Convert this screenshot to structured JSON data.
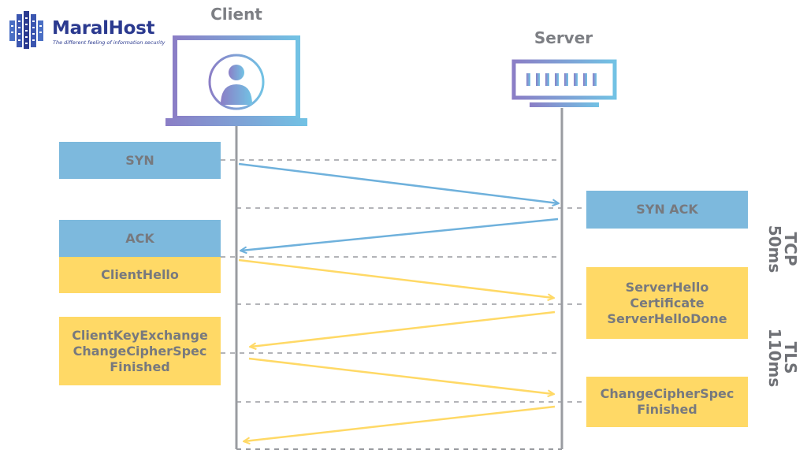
{
  "logo": {
    "name": "MaralHost",
    "tagline": "The different feeling of information security",
    "color": "#2b3a8f"
  },
  "actors": {
    "client": {
      "label": "Client",
      "icon": "laptop-user-icon"
    },
    "server": {
      "label": "Server",
      "icon": "server-icon"
    }
  },
  "messages": [
    {
      "id": "syn",
      "side": "client",
      "lines": [
        "SYN"
      ],
      "color": "blue"
    },
    {
      "id": "syn-ack",
      "side": "server",
      "lines": [
        "SYN ACK"
      ],
      "color": "blue"
    },
    {
      "id": "ack",
      "side": "client",
      "lines": [
        "ACK"
      ],
      "color": "blue"
    },
    {
      "id": "client-hello",
      "side": "client",
      "lines": [
        "ClientHello"
      ],
      "color": "yellow"
    },
    {
      "id": "server-hello",
      "side": "server",
      "lines": [
        "ServerHello",
        "Certificate",
        "ServerHelloDone"
      ],
      "color": "yellow"
    },
    {
      "id": "client-key-exchange",
      "side": "client",
      "lines": [
        "ClientKeyExchange",
        "ChangeCipherSpec",
        "Finished"
      ],
      "color": "yellow"
    },
    {
      "id": "server-finished",
      "side": "server",
      "lines": [
        "ChangeCipherSpec",
        "Finished"
      ],
      "color": "yellow"
    }
  ],
  "phases": [
    {
      "id": "tcp",
      "lines": [
        "TCP",
        "50ms"
      ]
    },
    {
      "id": "tls",
      "lines": [
        "TLS",
        "110ms"
      ]
    }
  ],
  "colors": {
    "blue": "#7db9dd",
    "yellow": "#ffd966",
    "lifeline": "#9a9ca1",
    "dashed": "#9a9ca1",
    "arrow_blue": "#6fb1dc",
    "arrow_yellow": "#ffd966",
    "gradient_start": "#8b7ec6",
    "gradient_end": "#72c2e4"
  }
}
